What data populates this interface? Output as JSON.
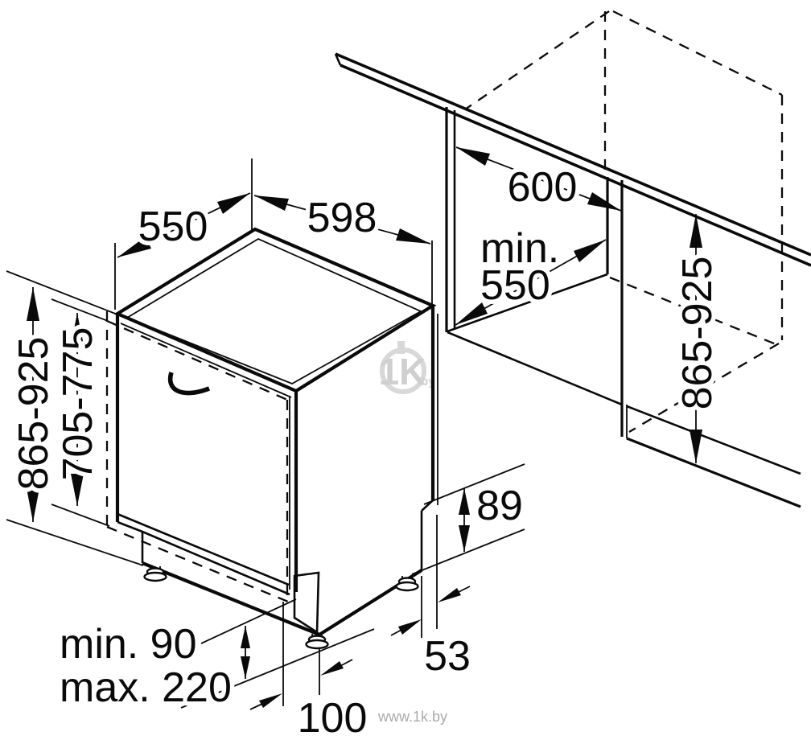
{
  "diagram": {
    "type": "appliance-installation-drawing",
    "labels": {
      "top_depth": "550",
      "top_width": "598",
      "niche_width": "600",
      "niche_depth_min_line1": "min.",
      "niche_depth_min_line2": "550",
      "appliance_height": "865-925",
      "door_panel_height": "705-775",
      "niche_height": "865-925",
      "rear_step_height": "89",
      "rear_step_depth": "53",
      "rear_foot_offset": "100",
      "foot_adjust_min": "min. 90",
      "foot_adjust_max": "max. 220"
    },
    "watermark": {
      "logo_text": "1K",
      "logo_suffix": ".by",
      "site_url": "www.1k.by"
    },
    "colors": {
      "line": "#0a0a0a",
      "background": "#ffffff",
      "watermark_gray": "#cfcfcf",
      "watermark_url_gray": "#ababab"
    }
  }
}
